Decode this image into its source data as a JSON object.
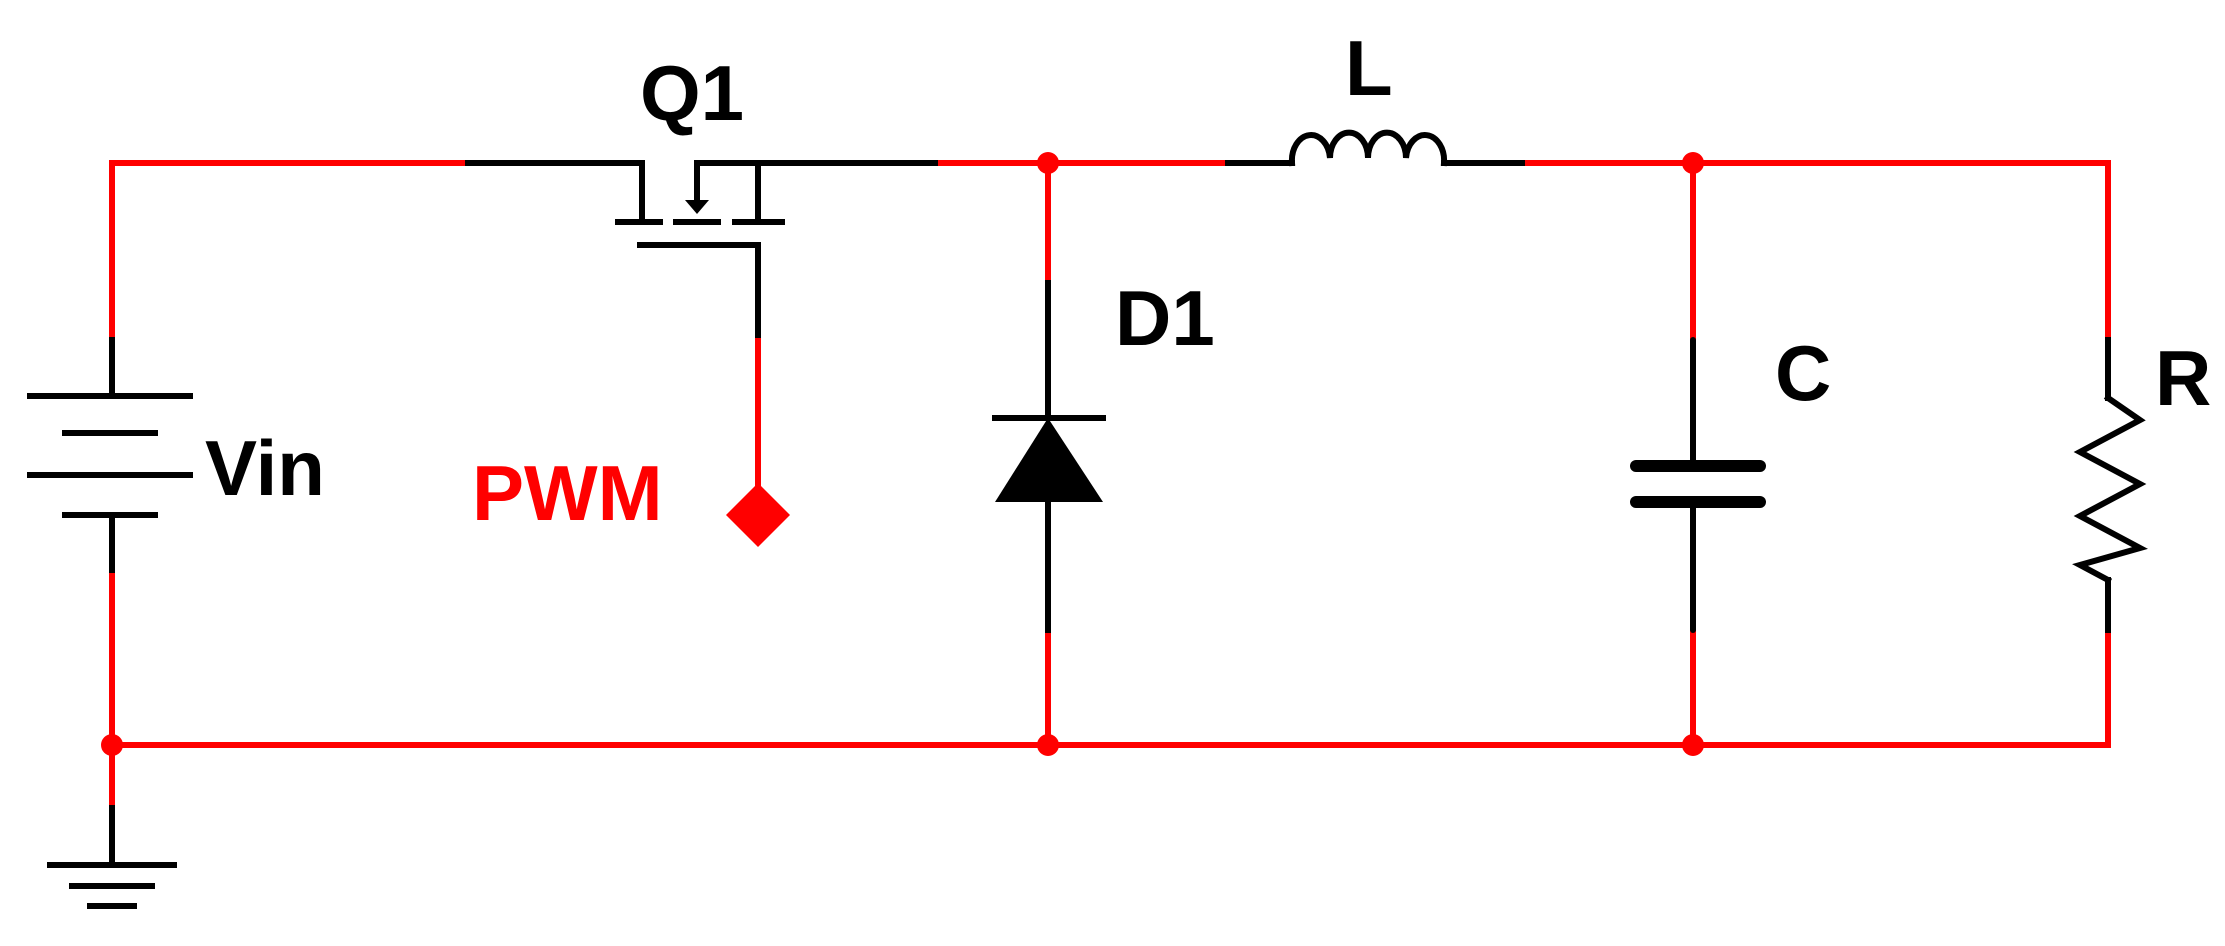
{
  "labels": {
    "q1": "Q1",
    "inductor": "L",
    "diode": "D1",
    "capacitor": "C",
    "resistor": "R",
    "source": "Vin",
    "pwm": "PWM"
  },
  "colors": {
    "wire": "#ff0000",
    "component": "#000000",
    "background": "#ffffff"
  },
  "icons": {
    "source": "battery-icon",
    "ground": "ground-icon",
    "switch": "mosfet-icon",
    "inductor": "inductor-icon",
    "diode": "diode-icon",
    "capacitor": "capacitor-icon",
    "resistor": "resistor-icon",
    "junction": "junction-dot-icon",
    "pwm_port": "pwm-port-icon"
  }
}
